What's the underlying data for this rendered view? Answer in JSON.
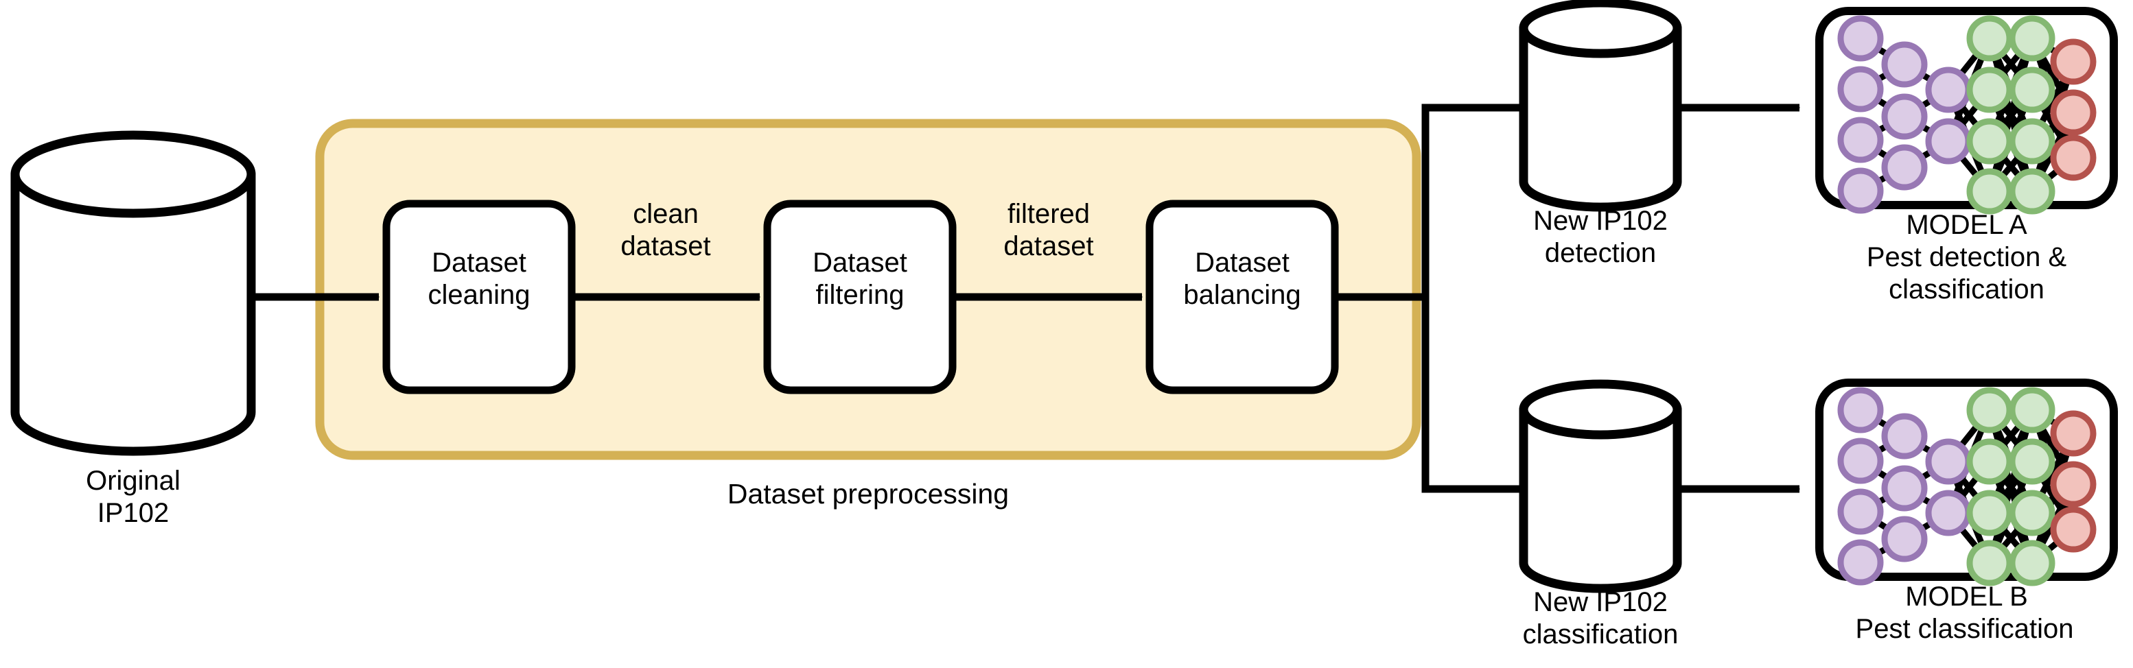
{
  "diagram": {
    "type": "flowchart",
    "title": "Dataset preprocessing pipeline for pest detection and classification",
    "colors": {
      "group_fill": "#FDF0D0",
      "group_border": "#D4B155",
      "stroke": "#000000",
      "box_fill": "#FFFFFF",
      "node_input_fill": "#DCCCE6",
      "node_input_stroke": "#9878B4",
      "node_hidden_fill": "#D2E8CC",
      "node_hidden_stroke": "#84B872",
      "node_output_fill": "#F2C2BC",
      "node_output_stroke": "#B4524C"
    }
  },
  "source": {
    "icon": "database-cylinder-icon",
    "label": "Original\nIP102"
  },
  "group": {
    "label": "Dataset preprocessing"
  },
  "stages": [
    {
      "id": "cleaning",
      "label": "Dataset\ncleaning"
    },
    {
      "id": "filtering",
      "label": "Dataset\nfiltering"
    },
    {
      "id": "balancing",
      "label": "Dataset\nbalancing"
    }
  ],
  "edge_labels": [
    {
      "id": "clean",
      "label": "clean\ndataset"
    },
    {
      "id": "filtered",
      "label": "filtered\ndataset"
    }
  ],
  "outputs": [
    {
      "id": "detection",
      "icon": "database-cylinder-icon",
      "label": "New IP102\ndetection"
    },
    {
      "id": "classification",
      "icon": "database-cylinder-icon",
      "label": "New IP102\nclassification"
    }
  ],
  "models": [
    {
      "id": "model-a",
      "icon": "neural-network-icon",
      "name": "MODEL A",
      "description": "Pest detection &\nclassification"
    },
    {
      "id": "model-b",
      "icon": "neural-network-icon",
      "name": "MODEL B",
      "description": "Pest classification"
    }
  ],
  "network": {
    "layers": [
      {
        "role": "input",
        "count": 4,
        "color_key": "node_input"
      },
      {
        "role": "input",
        "count": 3,
        "color_key": "node_input"
      },
      {
        "role": "input",
        "count": 2,
        "color_key": "node_input"
      },
      {
        "role": "hidden",
        "count": 4,
        "color_key": "node_hidden"
      },
      {
        "role": "hidden",
        "count": 4,
        "color_key": "node_hidden"
      },
      {
        "role": "output",
        "count": 3,
        "color_key": "node_output"
      }
    ]
  }
}
